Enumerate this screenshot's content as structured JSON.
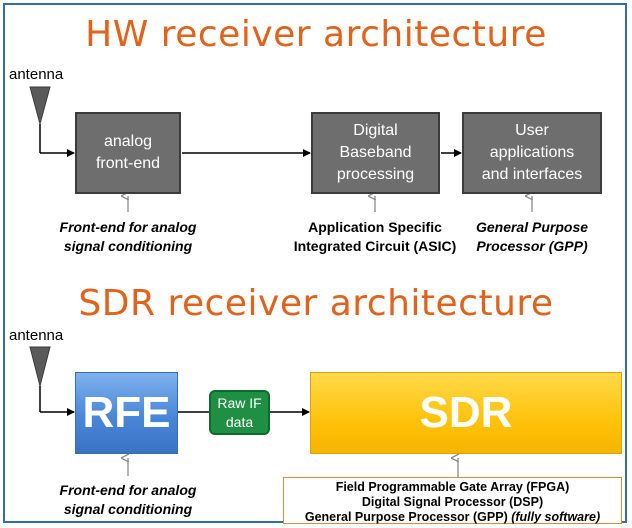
{
  "hw": {
    "title": "HW receiver architecture",
    "antenna_label": "antenna",
    "blocks": {
      "analog": "analog\nfront-end",
      "digital": "Digital\nBaseband\nprocessing",
      "user": "User\napplications\nand interfaces"
    },
    "captions": {
      "frontend": "Front-end for analog\nsignal conditioning",
      "asic": "Application Specific\nIntegrated Circuit (ASIC)",
      "gpp": "General Purpose\nProcessor (GPP)"
    }
  },
  "sdr": {
    "title": "SDR receiver architecture",
    "antenna_label": "antenna",
    "blocks": {
      "rfe": "RFE",
      "raw_if": "Raw IF\ndata",
      "sdr": "SDR"
    },
    "captions": {
      "frontend": "Front-end for analog\nsignal conditioning"
    },
    "processors": {
      "line1": "Field Programmable Gate Array (FPGA)",
      "line2": "Digital Signal Processor (DSP)",
      "line3_main": "General Purpose Processor (GPP) ",
      "line3_italic": "(fully software)"
    }
  },
  "colors": {
    "title": "#e2621b",
    "frame": "#2f6ea8",
    "gray_block": "#6e6e6e",
    "rfe_block": "#4a86d8",
    "sdr_block": "#ffc20a",
    "raw_if_block": "#1f8f43",
    "processor_border": "#e08a3a"
  }
}
